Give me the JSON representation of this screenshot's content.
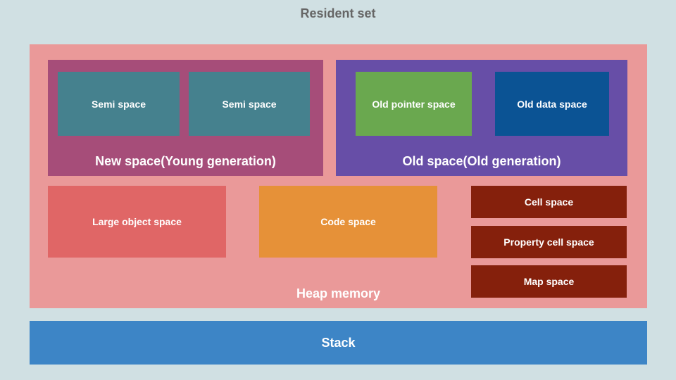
{
  "title": "Resident set",
  "heap": {
    "label": "Heap memory",
    "new_space": {
      "label": "New space(Young generation)",
      "semi_space_1": "Semi space",
      "semi_space_2": "Semi space"
    },
    "old_space": {
      "label": "Old space(Old generation)",
      "old_pointer": "Old pointer space",
      "old_data": "Old data space"
    },
    "large_object": "Large object space",
    "code": "Code space",
    "cell": "Cell space",
    "property_cell": "Property cell space",
    "map": "Map space"
  },
  "stack": "Stack",
  "colors": {
    "background": "#d0e0e3",
    "heap": "#ea9999",
    "new_space": "#a64d79",
    "semi_space": "#45818e",
    "old_space": "#674ea7",
    "old_pointer": "#6aa84f",
    "old_data": "#0b5394",
    "large_object": "#e06666",
    "code": "#e69138",
    "small_spaces": "#85200c",
    "stack": "#3d85c6"
  }
}
